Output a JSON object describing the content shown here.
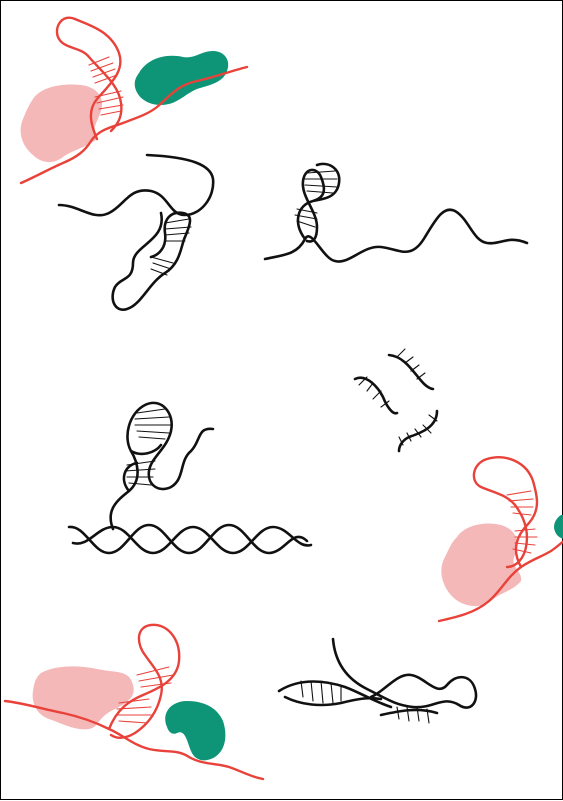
{
  "colors": {
    "strand_black": "#111111",
    "strand_red": "#e8423a",
    "protein_pink": "#f5b8b8",
    "protein_green": "#0e9577"
  },
  "illustrations": [
    {
      "name": "red-rna-complex-top-left",
      "kind": "rna-protein-complex"
    },
    {
      "name": "black-hairpin-top-left",
      "kind": "rna-hairpin"
    },
    {
      "name": "black-hairpin-top-right",
      "kind": "rna-hairpin"
    },
    {
      "name": "black-fragments-middle-right",
      "kind": "rna-fragments"
    },
    {
      "name": "black-hairpin-with-duplex-middle-left",
      "kind": "rna-hairpin-duplex"
    },
    {
      "name": "red-rna-complex-middle-right",
      "kind": "rna-protein-complex"
    },
    {
      "name": "red-rna-complex-bottom-left",
      "kind": "rna-protein-complex"
    },
    {
      "name": "black-duplex-bottom-right",
      "kind": "rna-duplex"
    }
  ]
}
